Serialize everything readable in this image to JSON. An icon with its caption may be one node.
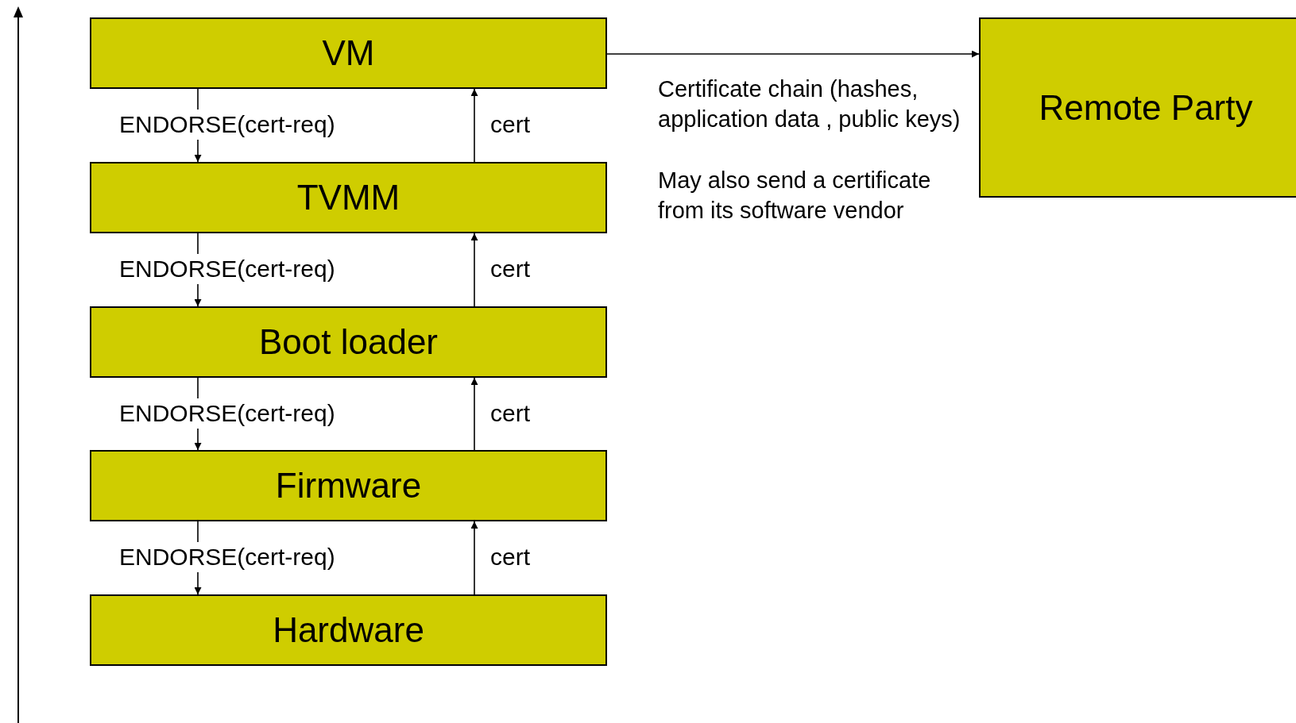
{
  "diagram": {
    "nodes": [
      {
        "text": [
          "VM"
        ]
      },
      {
        "text": [
          "TVMM"
        ]
      },
      {
        "text": [
          "Boot loader"
        ]
      },
      {
        "text": [
          "Firmware"
        ]
      },
      {
        "text": [
          "Hardware"
        ]
      },
      {
        "text": [
          "Remote Party"
        ]
      }
    ],
    "edges": [
      {
        "from": 0,
        "to": 1,
        "arrow": "to",
        "label": "ENDORSE(cert-req)"
      },
      {
        "from": 1,
        "to": 0,
        "arrow": "to",
        "label": "cert"
      },
      {
        "from": 1,
        "to": 2,
        "arrow": "to",
        "label": "ENDORSE(cert-req)"
      },
      {
        "from": 2,
        "to": 1,
        "arrow": "to",
        "label": "cert"
      },
      {
        "from": 2,
        "to": 3,
        "arrow": "to",
        "label": "ENDORSE(cert-req)"
      },
      {
        "from": 3,
        "to": 2,
        "arrow": "to",
        "label": "cert"
      },
      {
        "from": 3,
        "to": 4,
        "arrow": "to",
        "label": "ENDORSE(cert-req)"
      },
      {
        "from": 4,
        "to": 3,
        "arrow": "to",
        "label": "cert"
      },
      {
        "from": 0,
        "to": 5,
        "arrow": "to",
        "label": "Certificate chain (hashes, application data , public keys)"
      }
    ],
    "labels": [
      "May also send a certificate from its software vendor"
    ]
  }
}
